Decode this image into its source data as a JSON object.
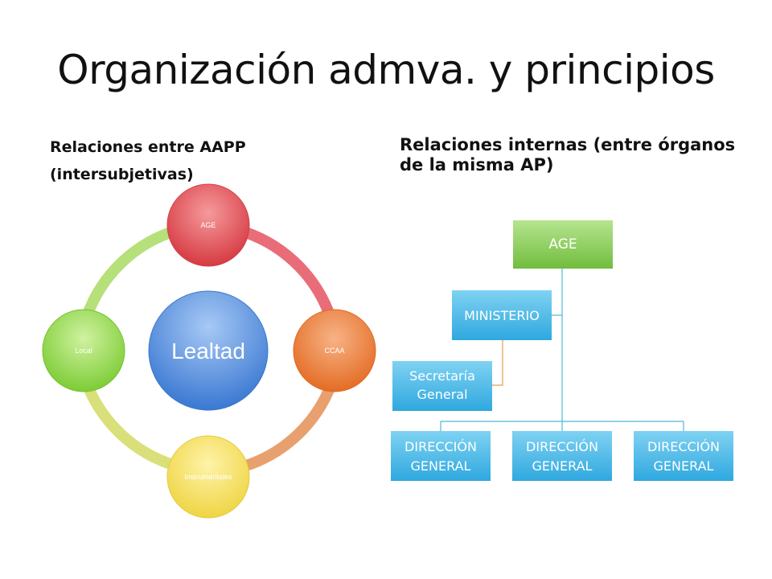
{
  "slide": {
    "title": "Organización admva. y principios",
    "left_heading": "Relaciones entre AAPP (intersubjetivas)",
    "right_heading": "Relaciones internas (entre órganos de la misma AP)"
  },
  "cycle_diagram": {
    "center": {
      "label": "Lealtad",
      "color": "#3f7fd8"
    },
    "nodes": [
      {
        "label": "AGE",
        "color": "#d9454c"
      },
      {
        "label": "CCAA",
        "color": "#e8792f"
      },
      {
        "label": "Instrumentales",
        "color": "#f0dc5a"
      },
      {
        "label": "Local",
        "color": "#8fd34c"
      }
    ]
  },
  "org_chart": {
    "box_color": "#3cb6e6",
    "top": {
      "label": "AGE",
      "color": "#80c850"
    },
    "ministry": {
      "label": "MINISTERIO"
    },
    "secretaria": {
      "label_line1": "Secretaría",
      "label_line2": "General"
    },
    "directorates": [
      {
        "label_line1": "DIRECCIÓN",
        "label_line2": "GENERAL"
      },
      {
        "label_line1": "DIRECCIÓN",
        "label_line2": "GENERAL"
      },
      {
        "label_line1": "DIRECCIÓN",
        "label_line2": "GENERAL"
      }
    ]
  }
}
